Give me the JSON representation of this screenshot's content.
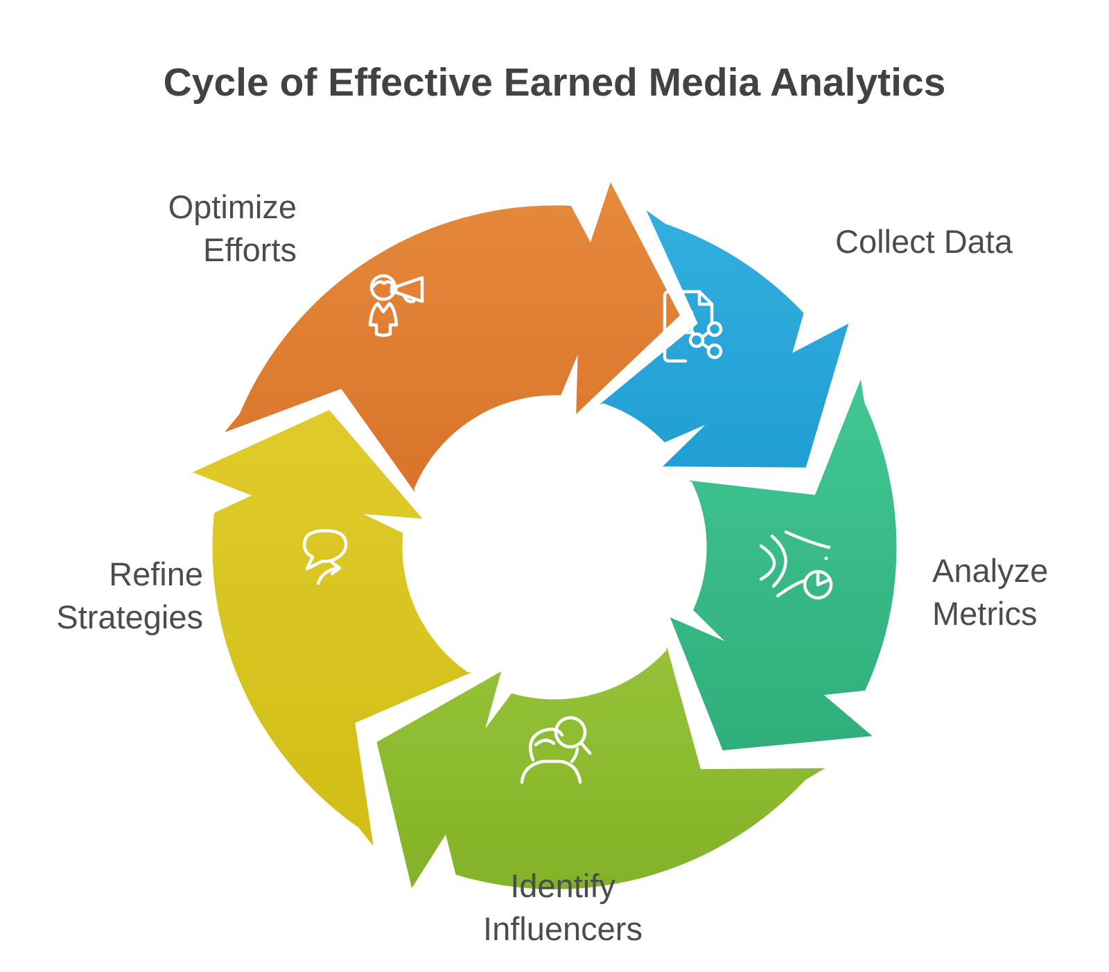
{
  "title": "Cycle of Effective Earned Media Analytics",
  "colors": {
    "background": "#ffffff",
    "title_text": "#3f4345",
    "label_text": "#4a4d4f",
    "icon_stroke": "#ffffff",
    "separator": "#ffffff"
  },
  "steps": [
    {
      "id": "collect-data",
      "label": "Collect Data",
      "label_lines": [
        "Collect Data"
      ],
      "color": "#219ed3",
      "color_light": "#33afe0",
      "icon": "document-share-icon"
    },
    {
      "id": "analyze-metrics",
      "label": "Analyze Metrics",
      "label_lines": [
        "Analyze",
        "Metrics"
      ],
      "color": "#2fae7b",
      "color_light": "#41c795",
      "icon": "trends-pie-chart-icon"
    },
    {
      "id": "identify-influencers",
      "label": "Identify Influencers",
      "label_lines": [
        "Identify",
        "Influencers"
      ],
      "color": "#82b227",
      "color_light": "#96c339",
      "icon": "person-magnifier-icon"
    },
    {
      "id": "refine-strategies",
      "label": "Refine Strategies",
      "label_lines": [
        "Refine",
        "Strategies"
      ],
      "color": "#d2bd15",
      "color_light": "#e0cb2b",
      "icon": "chat-bubble-arrow-icon"
    },
    {
      "id": "optimize-efforts",
      "label": "Optimize Efforts",
      "label_lines": [
        "Optimize",
        "Efforts"
      ],
      "color": "#d8732a",
      "color_light": "#e68a3c",
      "icon": "person-megaphone-icon"
    }
  ]
}
